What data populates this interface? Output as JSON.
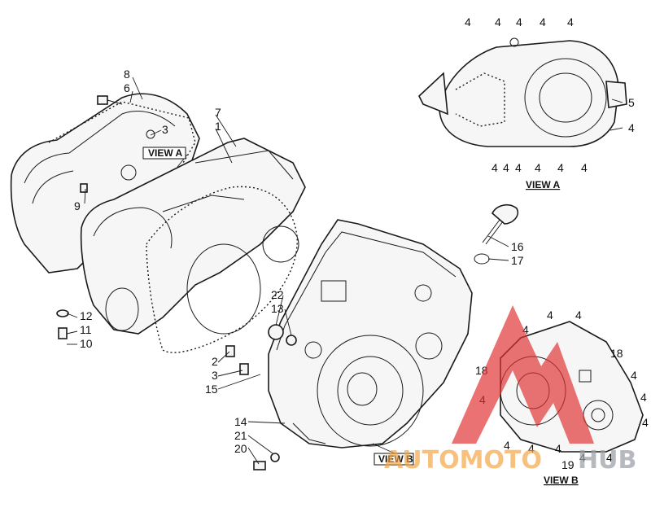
{
  "callouts": {
    "c8": "8",
    "c6": "6",
    "c3a": "3",
    "c7": "7",
    "c1": "1",
    "c9": "9",
    "c12": "12",
    "c11": "11",
    "c10": "10",
    "c22": "22",
    "c13": "13",
    "c2": "2",
    "c3b": "3",
    "c15": "15",
    "c14": "14",
    "c21": "21",
    "c20": "20",
    "c16": "16",
    "c17": "17",
    "va1": "4",
    "va2": "4",
    "va3": "4",
    "va4": "4",
    "va5": "4",
    "va5r": "5",
    "va4r": "4",
    "vab1": "4",
    "vab2": "4",
    "vab3": "4",
    "vab4": "4",
    "vab5": "4",
    "vab6": "4",
    "vb1": "4",
    "vb2": "4",
    "vb3": "4",
    "vb18a": "18",
    "vb18b": "18",
    "vb4r1": "4",
    "vb4r2": "4",
    "vb4r3": "4",
    "vb4l": "4",
    "vbb1": "4",
    "vbb2": "4",
    "vbb3": "4",
    "vbb4": "4",
    "vbb5": "4",
    "vb19": "19"
  },
  "view_labels": {
    "view_a_main": "VIEW A",
    "view_a_title": "VIEW A",
    "view_b_main": "VIEW B",
    "view_b_title": "VIEW B"
  },
  "watermark": {
    "text_left": "AUTOMOTO",
    "text_right": "HUB",
    "color_red": "#e03131",
    "color_orange": "#f4a340",
    "color_grey": "#9aa0a6"
  }
}
